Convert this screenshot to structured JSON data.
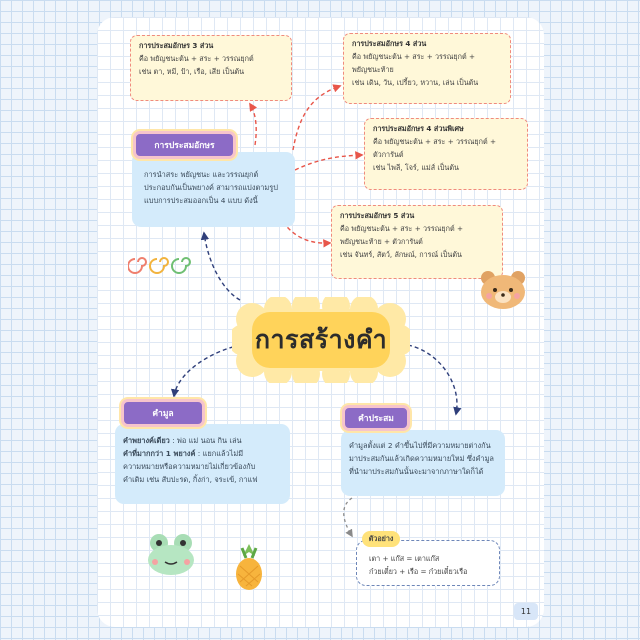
{
  "center": {
    "title": "การสร้างคำ"
  },
  "prasom": {
    "label": "การประสมอักษร",
    "text": "การนำสระ พยัญชนะ และวรรณยุกต์ประกอบกันเป็นพยางค์ สามารถแบ่งตามรูปแบบการประสมออกเป็น 4 แบบ ดังนี้"
  },
  "box3": {
    "title": "การประสมอักษร 3 ส่วน",
    "line1": "คือ พยัญชนะต้น + สระ + วรรณยุกต์",
    "line2": "เช่น ตา, หมี, ป้า, เรือ, เสีย เป็นต้น"
  },
  "box4": {
    "title": "การประสมอักษร 4 ส่วน",
    "line1": "คือ พยัญชนะต้น + สระ + วรรณยุกต์ +",
    "line2": "พยัญชนะท้าย",
    "line3": "เช่น เดิน, วัน, เปรี้ยว, หวาน, เล่น เป็นต้น"
  },
  "box4s": {
    "title": "การประสมอักษร 4 ส่วนพิเศษ",
    "line1": "คือ พยัญชนะต้น + สระ + วรรณยุกต์ +",
    "line2": "ตัวการันต์",
    "line3": "เช่น ไพลี, โจร์, แม่ส์ เป็นต้น"
  },
  "box5": {
    "title": "การประสมอักษร 5 ส่วน",
    "line1": "คือ พยัญชนะต้น + สระ + วรรณยุกต์ +",
    "line2": "พยัญชนะท้าย + ตัวการันต์",
    "line3": "เช่น จันทร์, สัตว์, ลักษณ์, การณ์ เป็นต้น"
  },
  "kham_mun": {
    "label": "คำมูล",
    "single_head": "คำพยางค์เดียว",
    "single_text": " : พ่อ แม่ นอน กิน เล่น",
    "multi_head": "คำที่มากกว่า 1 พยางค์",
    "multi_text": " : แยกแล้วไม่มี",
    "line3": "ความหมายหรือความหมายไม่เกี่ยวข้องกับ",
    "line4": "คำเดิม เช่น สับปะรด, กิ้งก่า, จระเข้, กาแฟ"
  },
  "kham_prasom": {
    "label": "คำประสม",
    "line1": "คำมูลตั้งแต่ 2 คำขึ้นไปที่มีความหมายต่างกัน",
    "line2": "มาประสมกันแล้วเกิดความหมายใหม่ ซึ่งคำมูล",
    "line3": "ที่นำมาประสมกันนั้นจะมาจากภาษาใดก็ได้"
  },
  "example": {
    "tag": "ตัวอย่าง",
    "line1": "เตา + แก๊ส = เตาแก๊ส",
    "line2": "ก๋วยเตี๋ยว + เรือ = ก๋วยเตี๋ยวเรือ"
  },
  "page_number": "11",
  "colors": {
    "label_purple": "#8c6bc6",
    "box_yellow": "#fff8d9",
    "box_blue": "#d4ebfb",
    "center_yellow": "#ffd35a",
    "arrow_red": "#e8564a",
    "arrow_navy": "#2f3f7a"
  }
}
